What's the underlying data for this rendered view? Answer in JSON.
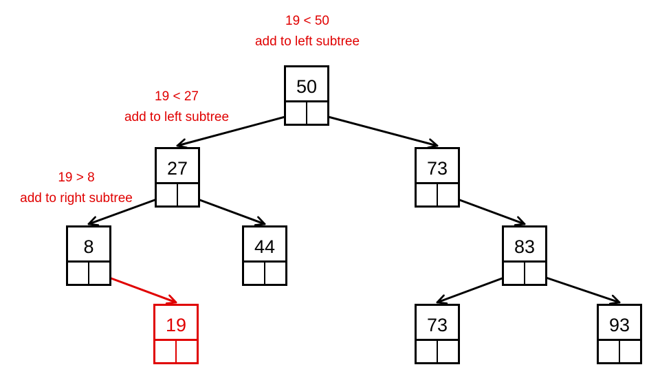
{
  "tree": {
    "nodes": [
      {
        "id": "n50",
        "value": "50",
        "highlight": false
      },
      {
        "id": "n27",
        "value": "27",
        "highlight": false
      },
      {
        "id": "n73a",
        "value": "73",
        "highlight": false
      },
      {
        "id": "n8",
        "value": "8",
        "highlight": false
      },
      {
        "id": "n44",
        "value": "44",
        "highlight": false
      },
      {
        "id": "n83",
        "value": "83",
        "highlight": false
      },
      {
        "id": "n19",
        "value": "19",
        "highlight": true
      },
      {
        "id": "n73b",
        "value": "73",
        "highlight": false
      },
      {
        "id": "n93",
        "value": "93",
        "highlight": false
      }
    ],
    "edges": [
      {
        "from": "n50",
        "to": "n27",
        "side": "left",
        "highlight": false
      },
      {
        "from": "n50",
        "to": "n73a",
        "side": "right",
        "highlight": false
      },
      {
        "from": "n27",
        "to": "n8",
        "side": "left",
        "highlight": false
      },
      {
        "from": "n27",
        "to": "n44",
        "side": "right",
        "highlight": false
      },
      {
        "from": "n73a",
        "to": "n83",
        "side": "right",
        "highlight": false
      },
      {
        "from": "n8",
        "to": "n19",
        "side": "right",
        "highlight": true
      },
      {
        "from": "n83",
        "to": "n73b",
        "side": "left",
        "highlight": false
      },
      {
        "from": "n83",
        "to": "n93",
        "side": "right",
        "highlight": false
      }
    ]
  },
  "annotations": {
    "step1": {
      "comparison": "19 < 50",
      "action": "add to left subtree"
    },
    "step2": {
      "comparison": "19 < 27",
      "action": "add to left subtree"
    },
    "step3": {
      "comparison": "19 > 8",
      "action": "add to right subtree"
    }
  },
  "colors": {
    "normal": "#000000",
    "highlight": "#e00000",
    "background": "#ffffff"
  }
}
